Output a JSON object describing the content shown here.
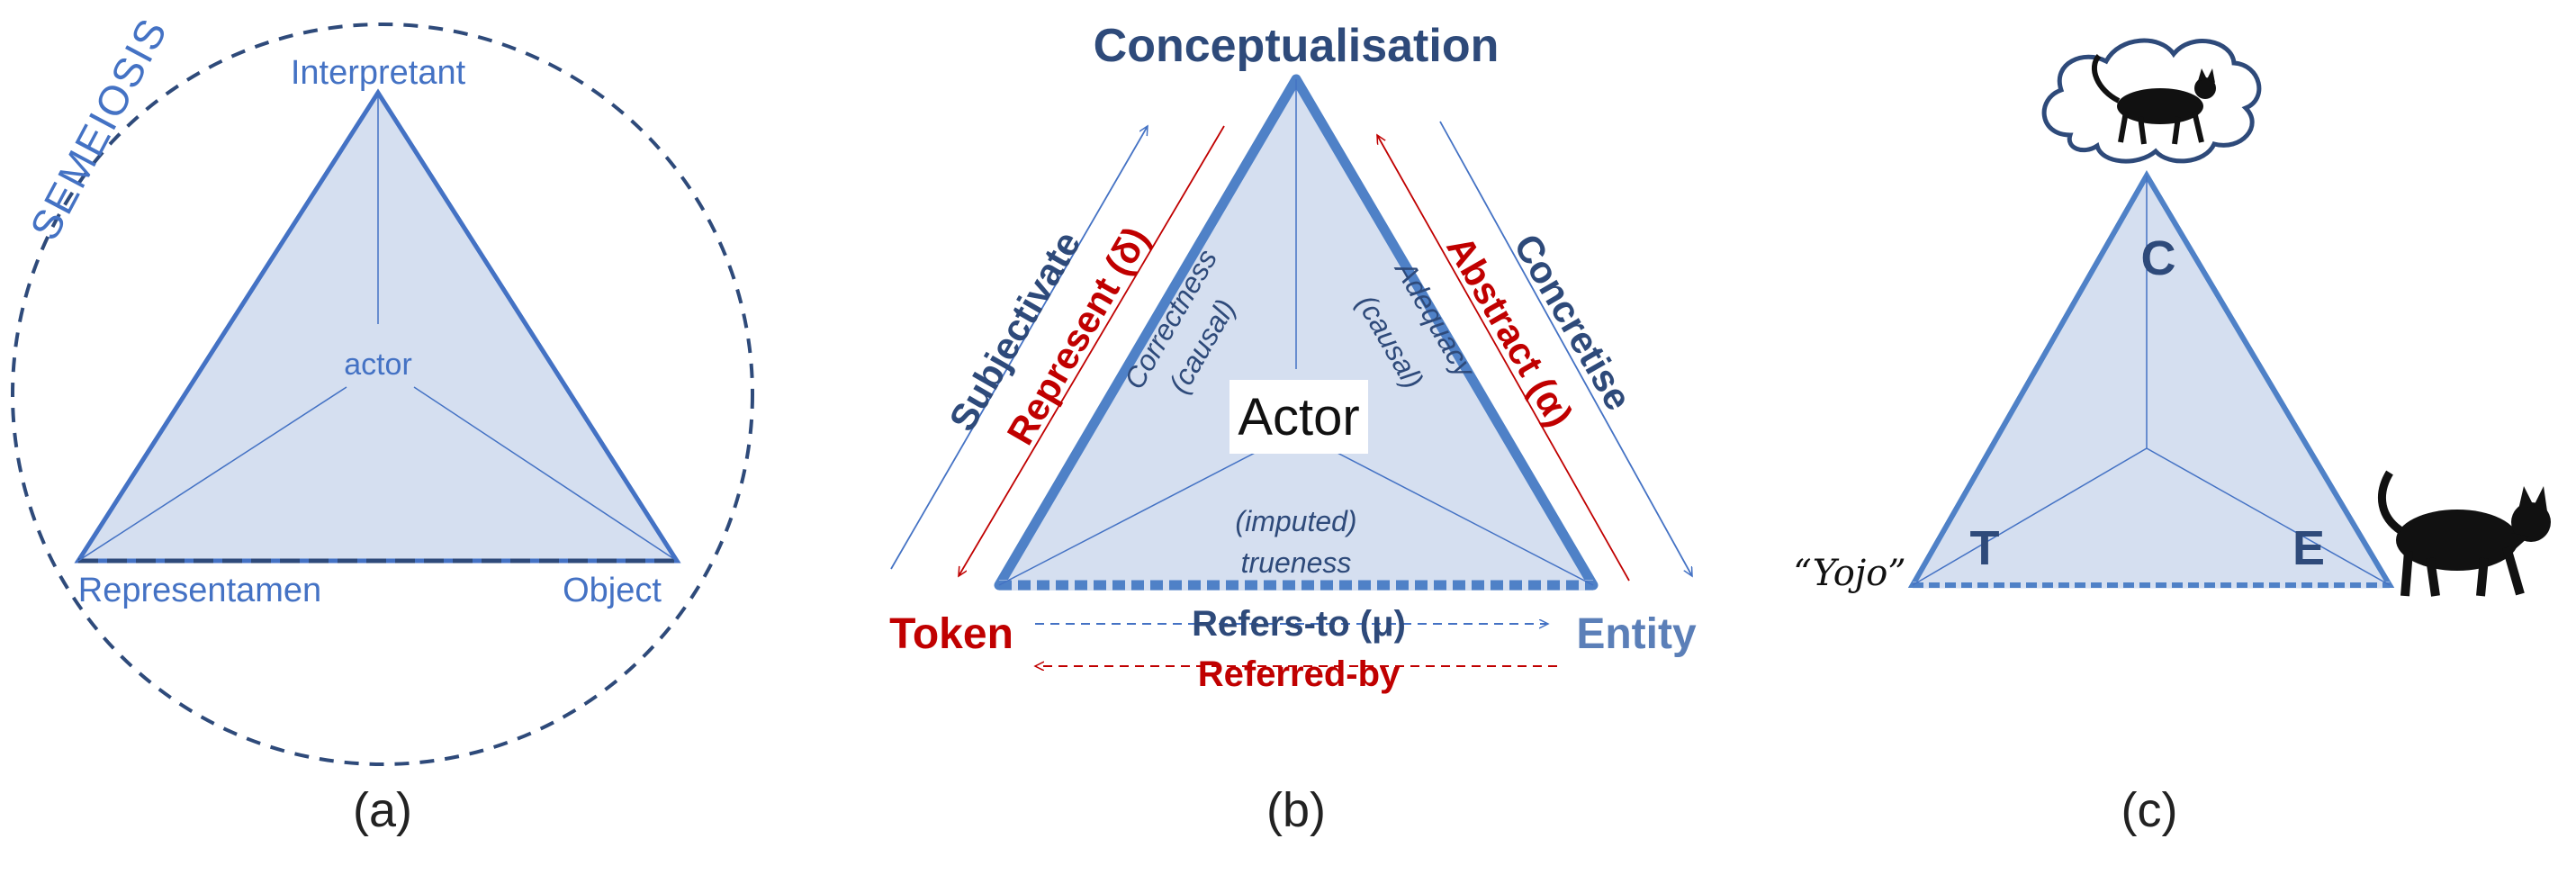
{
  "panel_a": {
    "semeiosis": "SEMEIOSIS",
    "interpretant": "Interpretant",
    "actor": "actor",
    "representamen": "Representamen",
    "object": "Object",
    "caption": "(a)"
  },
  "panel_b": {
    "conceptualisation": "Conceptualisation",
    "subjectivate": "Subjectivate",
    "represent": "Represent (δ)",
    "correctness": "Correctness",
    "correctness_sub": "(causal)",
    "adequacy": "Adequacy",
    "adequacy_sub": "(causal)",
    "abstract": "Abstract (α)",
    "concretise": "Concretise",
    "actor": "Actor",
    "imputed": "(imputed)",
    "trueness": "trueness",
    "token": "Token",
    "entity": "Entity",
    "refers_to": "Refers-to (μ)",
    "referred_by": "Referred-by",
    "caption": "(b)"
  },
  "panel_c": {
    "c": "C",
    "t": "T",
    "e": "E",
    "yojo": "“Yojo”",
    "caption": "(c)"
  },
  "colors": {
    "blue": "#4472c4",
    "dark_blue": "#2e4a7a",
    "red": "#c00000",
    "fill": "#d5dff0",
    "entity_blue": "#5b7fb8"
  }
}
